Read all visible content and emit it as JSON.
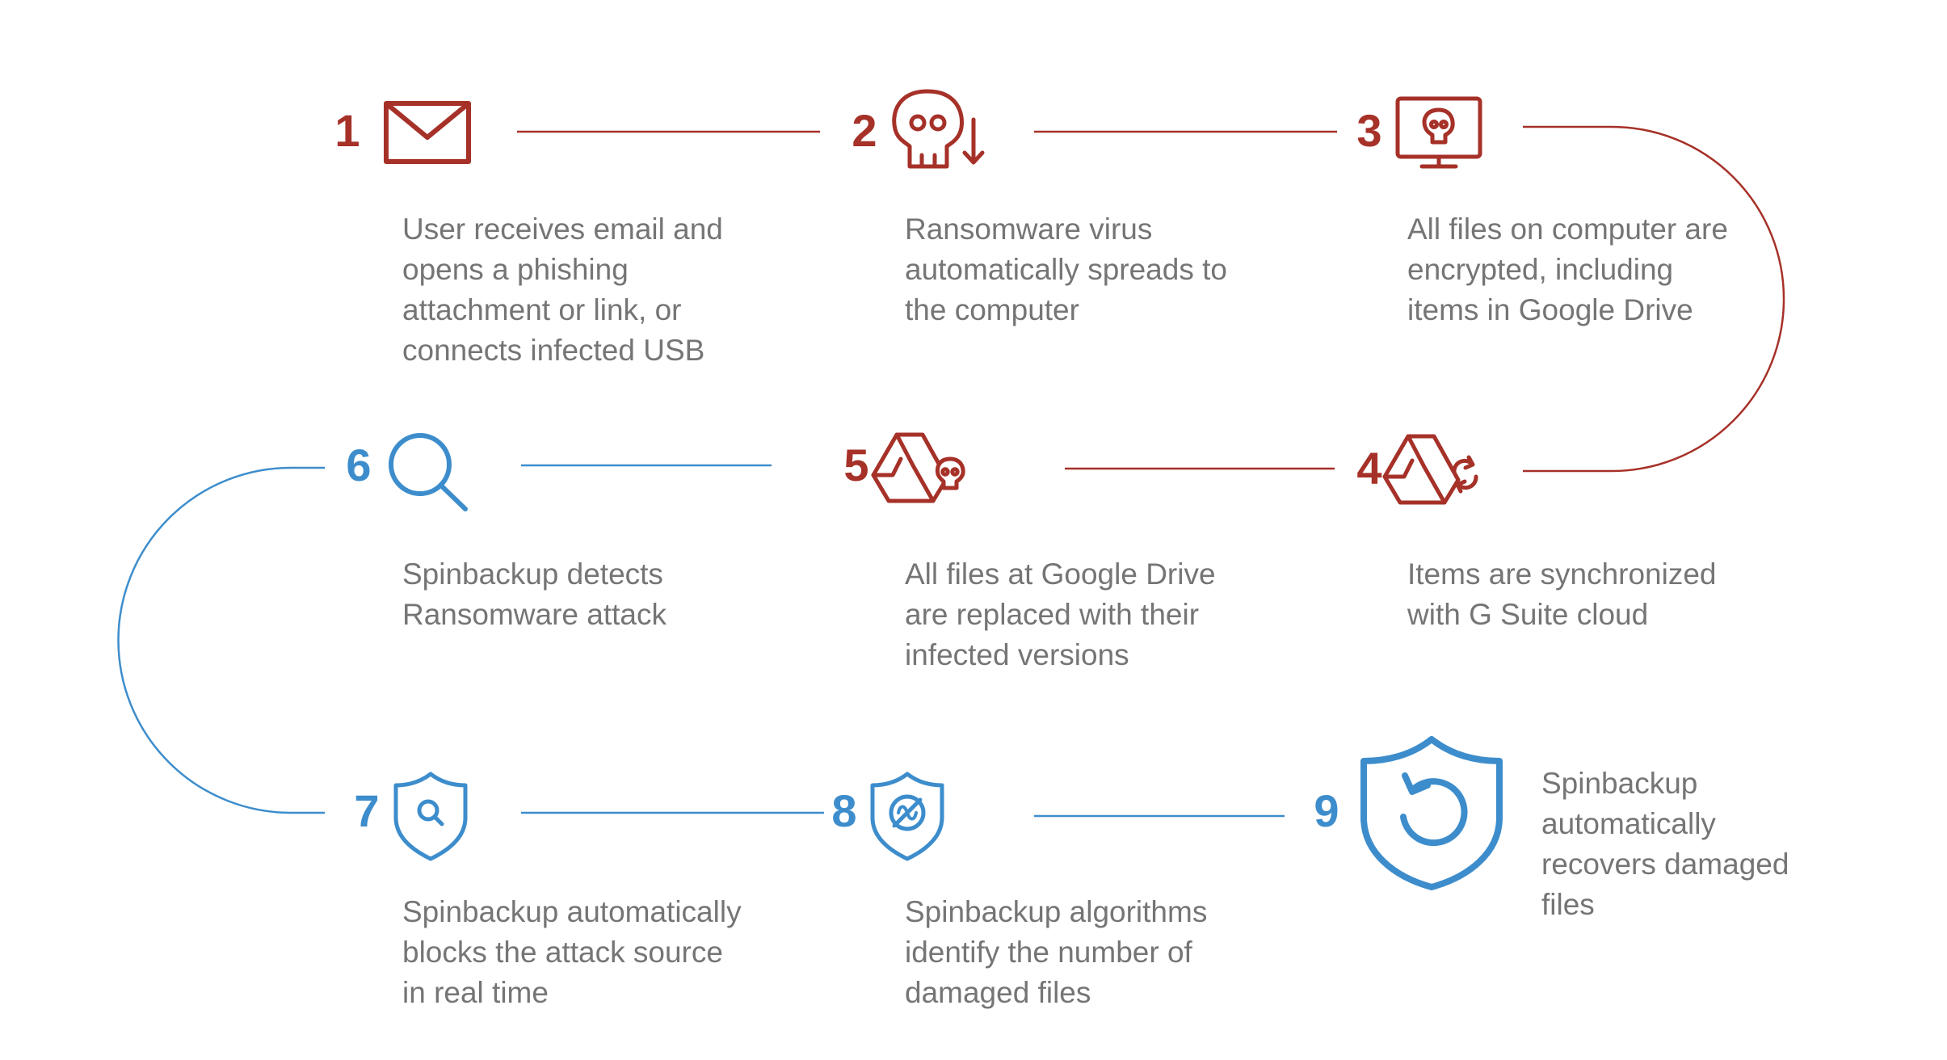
{
  "colors": {
    "attack": "#a63128",
    "defense": "#3d8dcc",
    "text": "#757575"
  },
  "steps": [
    {
      "number": "1",
      "icon": "envelope-icon",
      "text": "User receives email and\nopens a phishing\nattachment or link, or\nconnects infected USB"
    },
    {
      "number": "2",
      "icon": "skull-download-icon",
      "text": "Ransomware virus\nautomatically spreads to\nthe computer"
    },
    {
      "number": "3",
      "icon": "monitor-skull-icon",
      "text": "All files on computer are\nencrypted, including\nitems in Google Drive"
    },
    {
      "number": "4",
      "icon": "drive-sync-icon",
      "text": "Items are synchronized\nwith G Suite cloud"
    },
    {
      "number": "5",
      "icon": "drive-skull-icon",
      "text": "All files at Google Drive\nare replaced with their\ninfected versions"
    },
    {
      "number": "6",
      "icon": "magnifier-icon",
      "text": "Spinbackup detects\nRansomware attack"
    },
    {
      "number": "7",
      "icon": "shield-search-icon",
      "text": "Spinbackup automatically\nblocks the attack source\nin real time"
    },
    {
      "number": "8",
      "icon": "shield-block-icon",
      "text": "Spinbackup algorithms\nidentify the number of\ndamaged files"
    },
    {
      "number": "9",
      "icon": "shield-restore-icon",
      "text": "Spinbackup\nautomatically\nrecovers damaged\nfiles"
    }
  ]
}
